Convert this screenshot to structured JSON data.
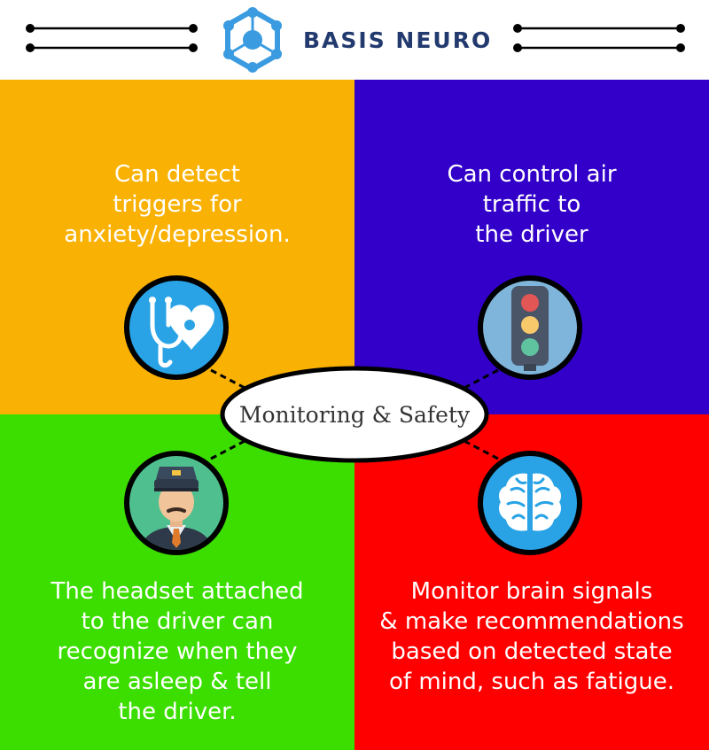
{
  "header": {
    "brand_name": "BASIS NEURO",
    "logo_icon": "hexagon-network-icon"
  },
  "center": {
    "label": "Monitoring & Safety"
  },
  "quadrants": [
    {
      "position": "top-left",
      "color": "#f9b104",
      "text": "Can detect\ntriggers for\nanxiety/depression.",
      "icon": "stethoscope-heart-icon"
    },
    {
      "position": "top-right",
      "color": "#3200c8",
      "text": "Can control air\ntraffic to\nthe driver",
      "icon": "traffic-light-icon"
    },
    {
      "position": "bottom-left",
      "color": "#3cde00",
      "text": "The headset attached\nto the driver can\nrecognize when they\nare asleep & tell\nthe driver.",
      "icon": "driver-avatar-icon"
    },
    {
      "position": "bottom-right",
      "color": "#ff0000",
      "text": "Monitor brain signals\n& make recommendations\nbased on detected state\nof mind, such as fatigue.",
      "icon": "brain-icon"
    }
  ],
  "colors": {
    "brand": "#223a6e",
    "logo": "#3b9be0"
  }
}
